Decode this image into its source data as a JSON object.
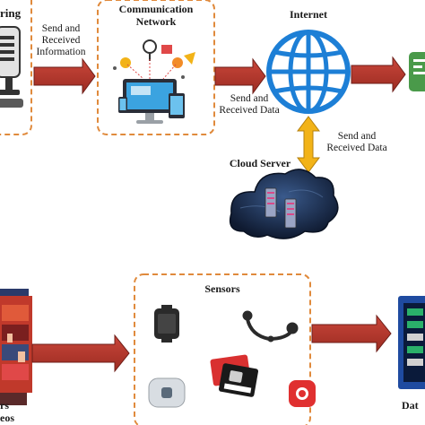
{
  "labels": {
    "monitoring_partial": "ring",
    "send_received_info": [
      "Send and",
      "Received",
      "Information"
    ],
    "communication_network": [
      "Communication",
      "Network"
    ],
    "internet": "Internet",
    "send_received_data_1": [
      "Send and",
      "Received Data"
    ],
    "send_received_data_2": [
      "Send and",
      "Received Data"
    ],
    "cloud_server": "Cloud Server",
    "sensors": "Sensors",
    "videos_partial_1": "rs",
    "videos_partial_2": "eos",
    "data_partial": "Dat"
  },
  "colors": {
    "arrow_fill": "#b5372c",
    "arrow_stroke": "#6e1e18",
    "box_border": "#e08a3c",
    "globe": "#1d7fd6",
    "double_arrow": "#f2b318",
    "cloud": "#1b2a48"
  },
  "icons": [
    "monitor-icon",
    "computer-network-icon",
    "globe-icon",
    "cloud-server-icon",
    "app-icon",
    "smartwatch-icon",
    "headphones-icon",
    "smart-card-icon",
    "wearable-band-icon",
    "pill-box-icon",
    "video-thumbnails-icon",
    "data-monitor-icon"
  ]
}
